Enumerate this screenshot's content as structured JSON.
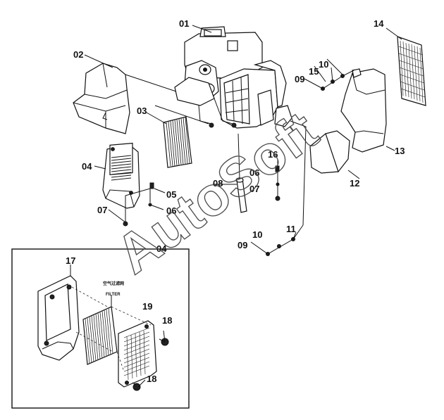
{
  "diagram": {
    "callouts": {
      "c01": "01",
      "c02": "02",
      "c03": "03",
      "c04a": "04",
      "c04b": "04",
      "c05": "05",
      "c06a": "06",
      "c06b": "06",
      "c07a": "07",
      "c07b": "07",
      "c08": "08",
      "c09a": "09",
      "c09b": "09",
      "c10a": "10",
      "c10b": "10",
      "c11": "11",
      "c12": "12",
      "c13": "13",
      "c14": "14",
      "c15": "15",
      "c16": "16",
      "c17": "17",
      "c18a": "18",
      "c18b": "18",
      "c19": "19"
    },
    "filter_label_cn": "空气过滤网",
    "filter_label_en": "FILTER",
    "watermark": "AutoSoft"
  }
}
